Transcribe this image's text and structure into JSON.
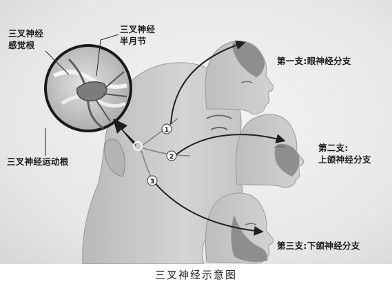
{
  "labels": {
    "sensory_root": "三叉神经\n感觉根",
    "ganglion": "三叉神经\n半月节",
    "motor_root": "三叉神经运动根",
    "branch1": "第一支:眼神经分支",
    "branch2": "第二支:\n上颌神经分支",
    "branch3": "第三支:下颌神经分支"
  },
  "markers": {
    "m1": "1",
    "m2": "2",
    "m3": "3"
  },
  "caption": "三叉神经示意图",
  "colors": {
    "background": "#e9ebe8",
    "skin": "#c9c9c9",
    "region": "#8e8e8e",
    "arrow": "#202020"
  }
}
